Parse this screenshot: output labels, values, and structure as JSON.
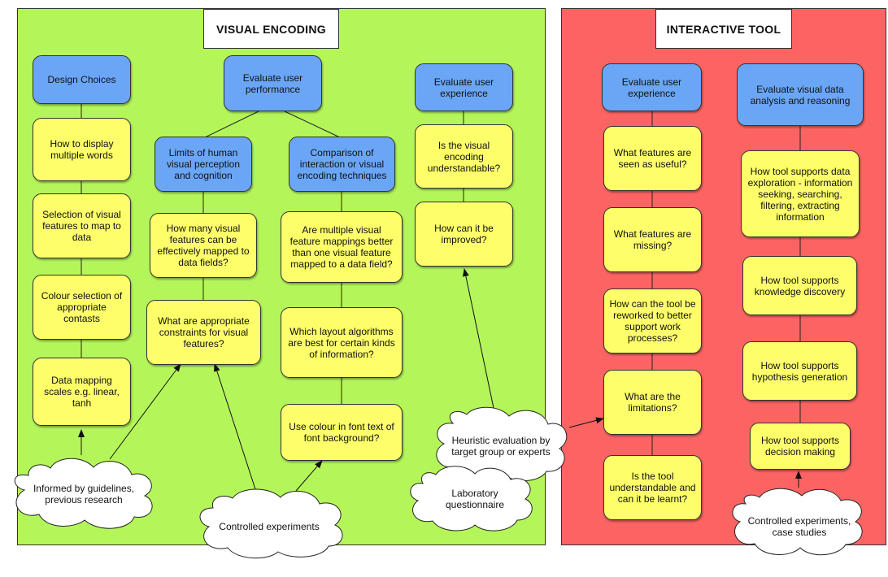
{
  "visual_encoding": {
    "title": "VISUAL ENCODING",
    "design_choices": {
      "header": "Design Choices",
      "items": [
        "How to display multiple words",
        "Selection of visual features to map to data",
        "Colour selection of appropriate contasts",
        "Data mapping scales e.g. linear, tanh"
      ]
    },
    "performance": {
      "header": "Evaluate user performance",
      "limits": {
        "header": "Limits of human visual perception and cognition",
        "items": [
          "How many visual features can be effectively mapped to data fields?",
          "What are appropriate constraints for visual features?"
        ]
      },
      "comparison": {
        "header": "Comparison of interaction or visual encoding techniques",
        "items": [
          "Are multiple visual feature mappings better than one visual feature mapped to a data field?",
          "Which layout algorithms are best for certain kinds of information?",
          "Use colour in font text of font background?"
        ]
      }
    },
    "experience": {
      "header": "Evaluate user experience",
      "items": [
        "Is the visual encoding understandable?",
        "How can it be improved?"
      ]
    },
    "clouds": [
      "Informed by guidelines, previous research",
      "Controlled experiments",
      "Heuristic evaluation by target group or experts",
      "Laboratory questionnaire"
    ]
  },
  "interactive_tool": {
    "title": "INTERACTIVE TOOL",
    "experience": {
      "header": "Evaluate user experience",
      "items": [
        "What features are seen as useful?",
        "What features are missing?",
        "How can the tool be reworked to better support work processes?",
        "What are the limitations?",
        "Is the tool understandable and can it be learnt?"
      ]
    },
    "analysis": {
      "header": "Evaluate visual data analysis and reasoning",
      "items": [
        "How tool supports data exploration - information seeking, searching, filtering, extracting information",
        "How tool supports knowledge discovery",
        "How tool supports hypothesis generation",
        "How tool supports decision making"
      ]
    },
    "clouds": [
      "Controlled experiments, case studies"
    ]
  },
  "colors": {
    "green_panel": "#b4f65a",
    "red_panel": "#fc6463",
    "blue_box": "#6aa6f5",
    "yellow_box": "#fdfe6a"
  }
}
